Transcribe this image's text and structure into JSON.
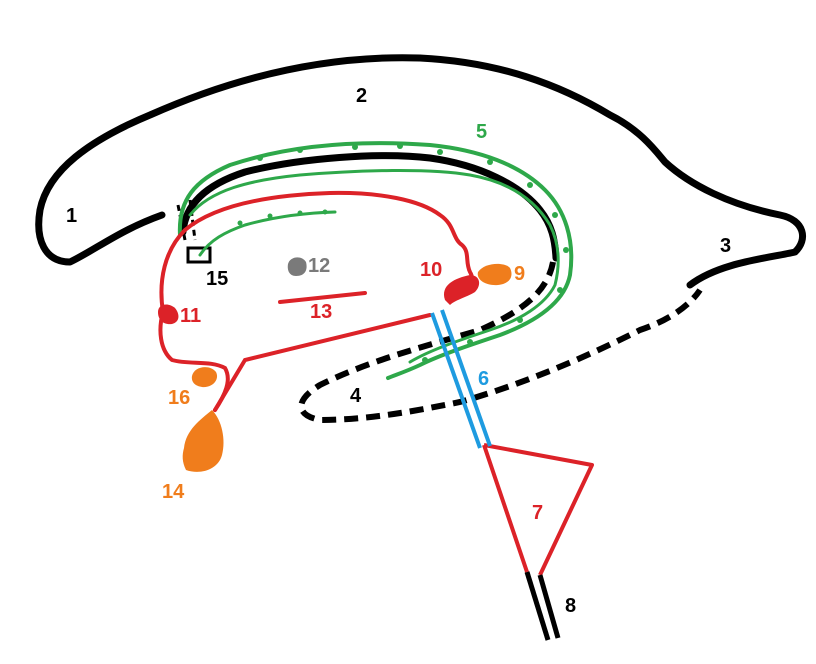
{
  "colors": {
    "black": "#000000",
    "green": "#2ea84a",
    "red": "#dc2228",
    "orange": "#f07d1c",
    "blue": "#1e9be0",
    "gray": "#7a7a7a"
  },
  "labels": {
    "l1": "1",
    "l2": "2",
    "l3": "3",
    "l4": "4",
    "l5": "5",
    "l6": "6",
    "l7": "7",
    "l8": "8",
    "l9": "9",
    "l10": "10",
    "l11": "11",
    "l12": "12",
    "l13": "13",
    "l14": "14",
    "l15": "15",
    "l16": "16"
  }
}
